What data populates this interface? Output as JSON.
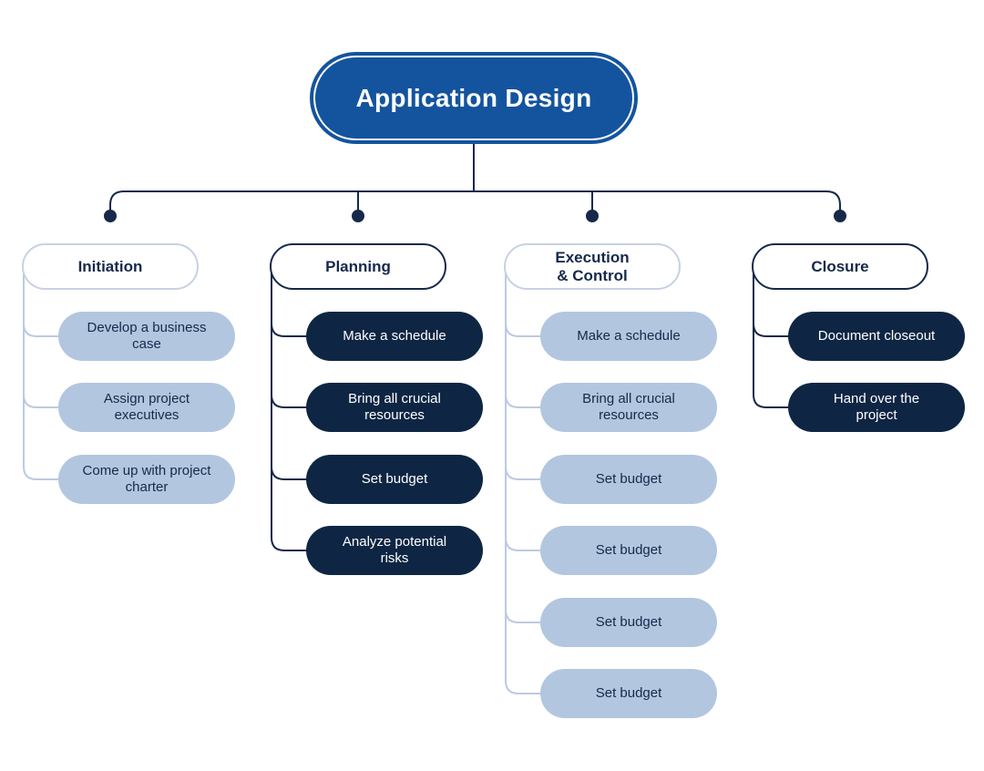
{
  "title": "Application Design",
  "colors": {
    "root_fill": "#14549E",
    "root_text": "#FFFFFF",
    "navy_line": "#16294B",
    "dark_node_fill": "#0E2644",
    "dark_node_text": "#FFFFFF",
    "light_node_fill": "#B3C6DF",
    "light_node_text": "#16294B",
    "light_node_border": "#C6D2E2",
    "light_line": "#BCCADF",
    "background": "#FFFFFF"
  },
  "branches": [
    {
      "id": "initiation",
      "label": "Initiation",
      "style": "light",
      "items": [
        "Develop a business case",
        "Assign project executives",
        "Come up with project charter"
      ]
    },
    {
      "id": "planning",
      "label": "Planning",
      "style": "dark",
      "items": [
        "Make a schedule",
        "Bring all crucial resources",
        "Set budget",
        "Analyze potential risks"
      ]
    },
    {
      "id": "execution-control",
      "label": "Execution & Control",
      "label_lines": [
        "Execution",
        "& Control"
      ],
      "style": "light",
      "items": [
        "Make a schedule",
        "Bring all crucial resources",
        "Set budget",
        "Set budget",
        "Set budget",
        "Set budget"
      ]
    },
    {
      "id": "closure",
      "label": "Closure",
      "style": "dark",
      "items": [
        "Document closeout",
        "Hand over the project"
      ]
    }
  ]
}
